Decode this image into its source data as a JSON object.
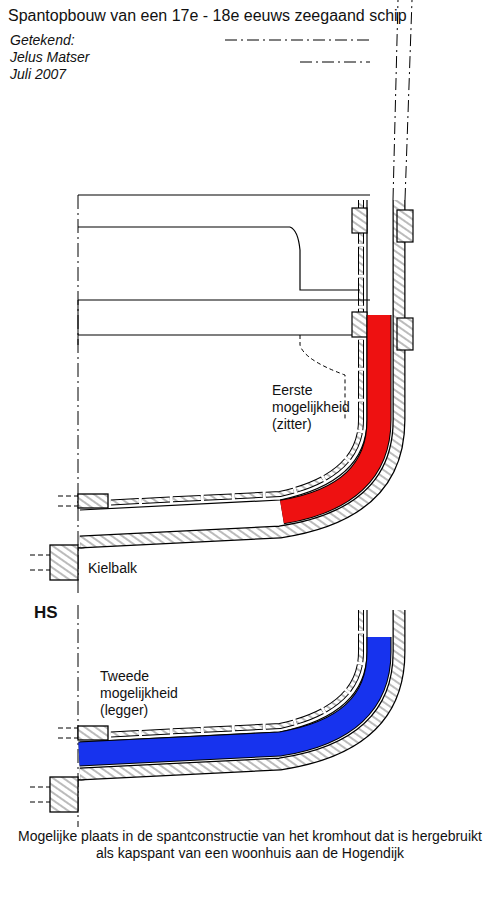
{
  "diagram": {
    "title": "Spantopbouw van een 17e - 18e eeuws zeegaand schip",
    "caption": "Mogelijke plaats in de spantconstructie van het kromhout dat is hergebruikt als kapspant van een woonhuis aan de Hogendijk",
    "labels": [
      "Getekend:",
      "Jelus Matser",
      "Juli 2007",
      "Eerste mogelijkheid (zitter)",
      "Kielbalk",
      "HS",
      "Tweede mogelijkheid (legger)"
    ]
  }
}
